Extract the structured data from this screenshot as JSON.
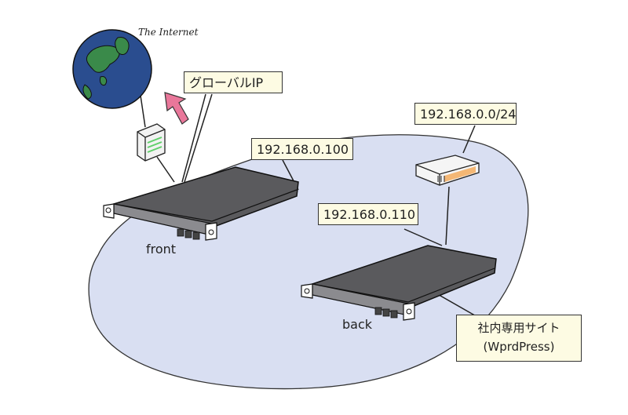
{
  "globe_label": "The Internet",
  "global_ip_label": "グローバルIP",
  "network_label": "192.168.0.0/24",
  "front_ip_label": "192.168.0.100",
  "back_ip_label": "192.168.0.110",
  "front_name": "front",
  "back_name": "back",
  "site_label_line1": "社内専用サイト",
  "site_label_line2": "(WprdPress)",
  "colors": {
    "network_area": "#d9dff2",
    "globe_ocean": "#2a4d8f",
    "globe_land": "#3a8a4a",
    "arrow": "#e9779a",
    "server_body": "#5a5a5d",
    "label_bg": "#fdfbe3",
    "router_accent": "#f3a24a",
    "modem_accent": "#5fcf6a"
  }
}
